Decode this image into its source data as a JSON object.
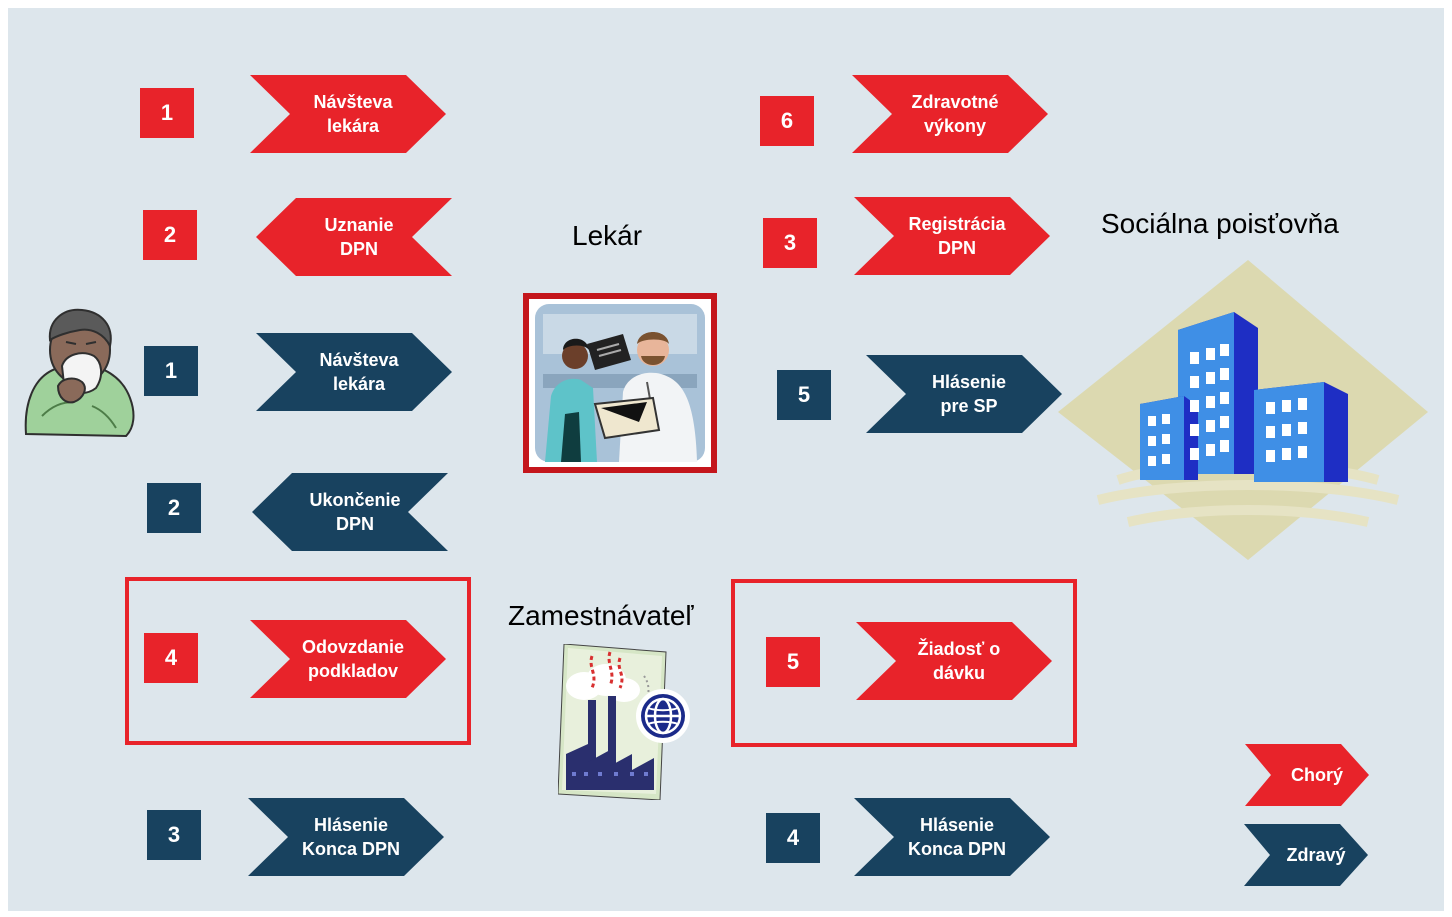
{
  "colors": {
    "sick": "#e8232a",
    "healthy": "#18425f",
    "background": "#dde6ec"
  },
  "labels": {
    "doctor": "Lekár",
    "employer": "Zamestnávateľ",
    "insurance": "Sociálna poisťovňa"
  },
  "left_column": [
    {
      "number": "1",
      "text": "Návšteva\nlekára",
      "group": "sick"
    },
    {
      "number": "2",
      "text": "Uznanie\nDPN",
      "group": "sick"
    },
    {
      "number": "1",
      "text": "Návšteva\nlekára",
      "group": "healthy"
    },
    {
      "number": "2",
      "text": "Ukončenie\nDPN",
      "group": "healthy"
    },
    {
      "number": "4",
      "text": "Odovzdanie\npodkladov",
      "group": "sick"
    },
    {
      "number": "3",
      "text": "Hlásenie\nKonca DPN",
      "group": "healthy"
    }
  ],
  "right_column": [
    {
      "number": "6",
      "text": "Zdravotné\nvýkony",
      "group": "sick"
    },
    {
      "number": "3",
      "text": "Registrácia\nDPN",
      "group": "sick"
    },
    {
      "number": "5",
      "text": "Hlásenie\npre SP",
      "group": "healthy"
    },
    {
      "number": "5",
      "text": "Žiadosť o\ndávku",
      "group": "sick"
    },
    {
      "number": "4",
      "text": "Hlásenie\nKonca DPN",
      "group": "healthy"
    }
  ],
  "legend": [
    {
      "text": "Chorý",
      "group": "sick"
    },
    {
      "text": "Zdravý",
      "group": "healthy"
    }
  ],
  "icons": [
    "sick-person-icon",
    "doctors-icon",
    "factory-icon",
    "globe-icon",
    "office-building-icon"
  ]
}
